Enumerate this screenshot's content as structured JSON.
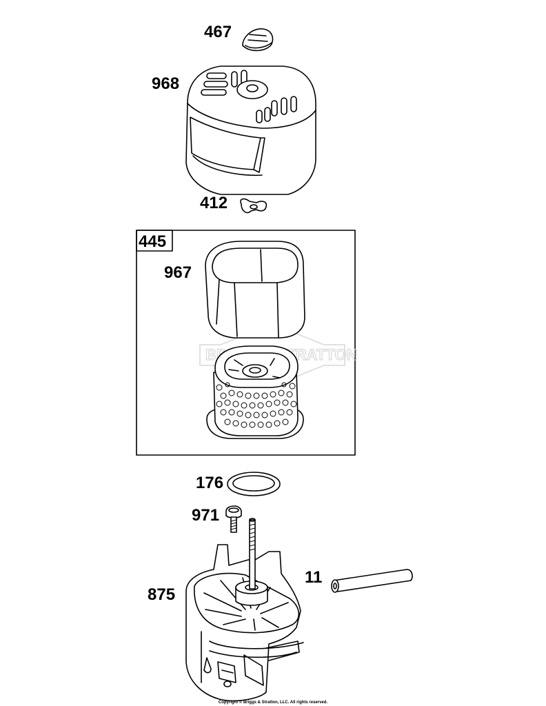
{
  "parts": {
    "knob": "467",
    "cover": "968",
    "wing_nut": "412",
    "air_filter_assembly": "445",
    "pre_cleaner": "967",
    "gasket": "176",
    "screw": "971",
    "base": "875",
    "tube": "11"
  },
  "watermark": "BRIGGS&STRATTON",
  "copyright": "Copyright © Briggs & Stratton, LLC. All rights reserved."
}
